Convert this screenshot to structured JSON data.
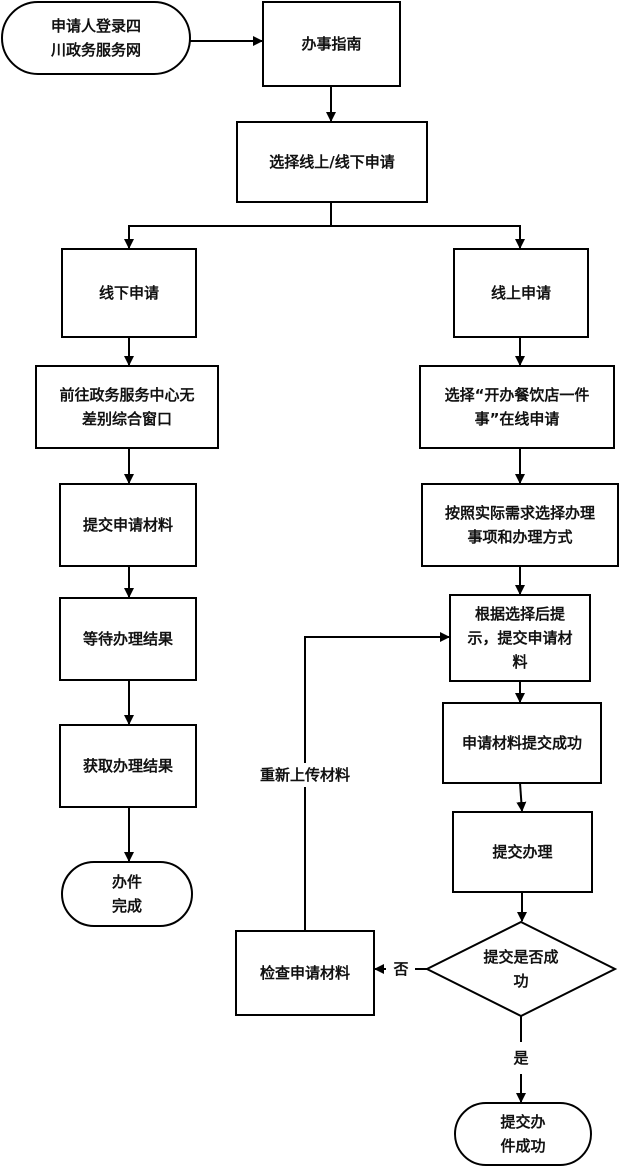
{
  "colors": {
    "stroke": "#000000",
    "fill": "#ffffff",
    "text": "#111111"
  },
  "nodes": {
    "start_login": {
      "lines": [
        "申请人登录四",
        "川政务服务网"
      ]
    },
    "guide": {
      "lines": [
        "办事指南"
      ]
    },
    "choose": {
      "lines": [
        "选择线上/线下申请"
      ]
    },
    "offline": {
      "lines": [
        "线下申请"
      ]
    },
    "online": {
      "lines": [
        "线上申请"
      ]
    },
    "go_center": {
      "lines": [
        "前往政务服务中心无",
        "差别综合窗口"
      ]
    },
    "submit_materials": {
      "lines": [
        "提交申请材料"
      ]
    },
    "wait_result": {
      "lines": [
        "等待办理结果"
      ]
    },
    "get_result": {
      "lines": [
        "获取办理结果"
      ]
    },
    "done": {
      "lines": [
        "办件",
        "完成"
      ]
    },
    "select_one_thing": {
      "lines": [
        "选择“开办餐饮店一件",
        "事”在线申请"
      ]
    },
    "choose_items": {
      "lines": [
        "按照实际需求选择办理",
        "事项和办理方式"
      ]
    },
    "prompt_submit": {
      "lines": [
        "根据选择后提",
        "示，提交申请材",
        "料"
      ]
    },
    "materials_ok": {
      "lines": [
        "申请材料提交成功"
      ]
    },
    "submit_process": {
      "lines": [
        "提交办理"
      ]
    },
    "success_q": {
      "lines": [
        "提交是否成",
        "功"
      ]
    },
    "check_materials": {
      "lines": [
        "检查申请材料"
      ]
    },
    "success_end": {
      "lines": [
        "提交办",
        "件成功"
      ]
    }
  },
  "edge_labels": {
    "reupload": "重新上传材料",
    "no": "否",
    "yes": "是"
  }
}
